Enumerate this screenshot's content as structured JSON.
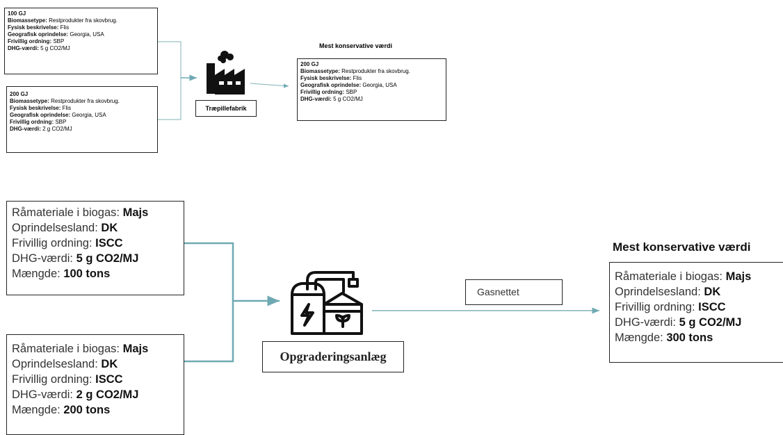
{
  "top": {
    "input1": {
      "amount": "100 GJ",
      "rows": [
        {
          "label": "Biomassetype:",
          "value": "Restprodukter fra skovbrug."
        },
        {
          "label": "Fysisk beskrivelse:",
          "value": "Flis"
        },
        {
          "label": "Geografisk oprindelse:",
          "value": "Georgia, USA"
        },
        {
          "label": "Frivillig ordning:",
          "value": "SBP"
        },
        {
          "label": "DHG-værdi:",
          "value": "5 g CO2/MJ"
        }
      ]
    },
    "input2": {
      "amount": "200 GJ",
      "rows": [
        {
          "label": "Biomassetype:",
          "value": "Restprodukter fra skovbrug."
        },
        {
          "label": "Fysisk beskrivelse:",
          "value": "Flis"
        },
        {
          "label": "Geografisk oprindelse:",
          "value": "Georgia, USA"
        },
        {
          "label": "Frivillig ordning:",
          "value": "SBP"
        },
        {
          "label": "DHG-værdi:",
          "value": "2 g CO2/MJ"
        }
      ]
    },
    "factory_label": "Træpillefabrik",
    "output_title": "Mest konservative værdi",
    "output": {
      "amount": "200 GJ",
      "rows": [
        {
          "label": "Biomassetype:",
          "value": "Restprodukter fra skovbrug."
        },
        {
          "label": "Fysisk beskrivelse:",
          "value": "Flis"
        },
        {
          "label": "Geografisk oprindelse:",
          "value": "Georgia, USA"
        },
        {
          "label": "Frivillig ordning:",
          "value": "SBP"
        },
        {
          "label": "DHG-værdi:",
          "value": "5 g CO2/MJ"
        }
      ]
    },
    "icons": {
      "factory": "factory-icon"
    }
  },
  "bottom": {
    "input1": {
      "rows": [
        {
          "label": "Råmateriale i biogas:",
          "value": "Majs"
        },
        {
          "label": "Oprindelsesland:",
          "value": "DK"
        },
        {
          "label": "Frivillig ordning:",
          "value": "ISCC"
        },
        {
          "label": "DHG-værdi:",
          "value": "5 g CO2/MJ"
        },
        {
          "label": "Mængde:",
          "value": "100 tons"
        }
      ]
    },
    "input2": {
      "rows": [
        {
          "label": "Råmateriale i biogas:",
          "value": "Majs"
        },
        {
          "label": "Oprindelsesland:",
          "value": "DK"
        },
        {
          "label": "Frivillig ordning:",
          "value": "ISCC"
        },
        {
          "label": "DHG-værdi:",
          "value": "2 g CO2/MJ"
        },
        {
          "label": "Mængde:",
          "value": "200 tons"
        }
      ]
    },
    "plant_label": "Opgraderingsanlæg",
    "grid_label": "Gasnettet",
    "output_title": "Mest konservative værdi",
    "output": {
      "rows": [
        {
          "label": "Råmateriale i biogas:",
          "value": "Majs"
        },
        {
          "label": "Oprindelsesland:",
          "value": "DK"
        },
        {
          "label": "Frivillig ordning:",
          "value": "ISCC"
        },
        {
          "label": "DHG-værdi:",
          "value": "5 g CO2/MJ"
        },
        {
          "label": "Mængde:",
          "value": "300 tons"
        }
      ]
    },
    "icons": {
      "plant": "biogas-plant-icon"
    }
  },
  "colors": {
    "connector": "#7fb3b8",
    "connector_bold": "#5e9aa6"
  }
}
